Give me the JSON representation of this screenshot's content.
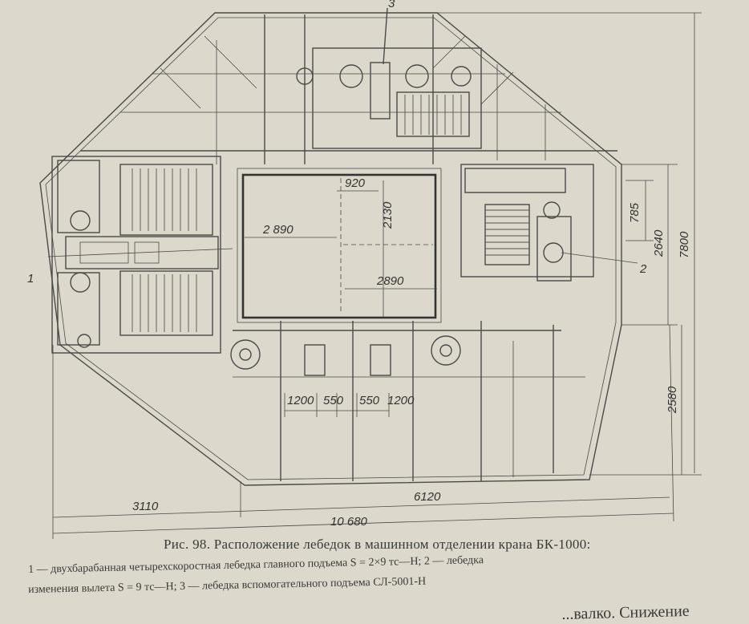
{
  "dimensions": {
    "d920": "920",
    "d2130": "2130",
    "d2890_top": "2 890",
    "d2890_bottom": "2890",
    "d785": "785",
    "d2640": "2640",
    "d7800": "7800",
    "d2580": "2580",
    "d1200_left": "1200",
    "d550_left": "550",
    "d550_right": "550",
    "d1200_right": "1200",
    "d3110": "3110",
    "d6120": "6120",
    "d10680": "10 680"
  },
  "callouts": {
    "c1": "1",
    "c2": "2",
    "c3": "3"
  },
  "caption": {
    "title": "Рис. 98. Расположение лебедок в машинном отделении крана БК-1000:",
    "line2": "1 — двухбарабанная четырехскоростная лебедка главного подъема S = 2×9 тс—Н;  2 — лебедка",
    "line3": "изменения вылета S = 9 тс—Н;  3 — лебедка вспомогательного подъема СЛ-5001-Н",
    "next_page_text": "...валко. Снижение"
  }
}
